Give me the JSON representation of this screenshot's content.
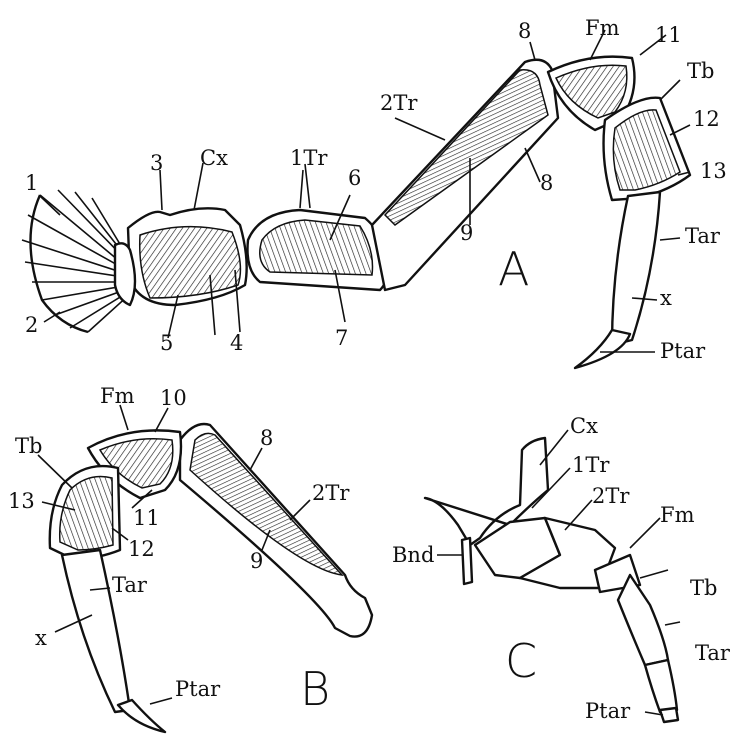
{
  "panels": {
    "A": {
      "letter": "A",
      "labels": {
        "n1": "1",
        "n2": "2",
        "n3": "3",
        "n4": "4",
        "n5": "5",
        "n6": "6",
        "n7": "7",
        "n8a": "8",
        "n8b": "8",
        "n9": "9",
        "n11": "11",
        "n12": "12",
        "n13": "13",
        "cx": "Cx",
        "tr1": "1Tr",
        "tr2": "2Tr",
        "fm": "Fm",
        "tb": "Tb",
        "tar": "Tar",
        "x": "x",
        "ptar": "Ptar"
      }
    },
    "B": {
      "letter": "B",
      "labels": {
        "fm": "Fm",
        "n10": "10",
        "tb": "Tb",
        "n13": "13",
        "n11": "11",
        "n12": "12",
        "n8": "8",
        "tr2": "2Tr",
        "n9": "9",
        "tar": "Tar",
        "x": "x",
        "ptar": "Ptar"
      }
    },
    "C": {
      "letter": "C",
      "labels": {
        "cx": "Cx",
        "tr1": "1Tr",
        "tr2": "2Tr",
        "fm": "Fm",
        "tb": "Tb",
        "tar": "Tar",
        "ptar": "Ptar",
        "bnd": "Bnd"
      }
    }
  }
}
